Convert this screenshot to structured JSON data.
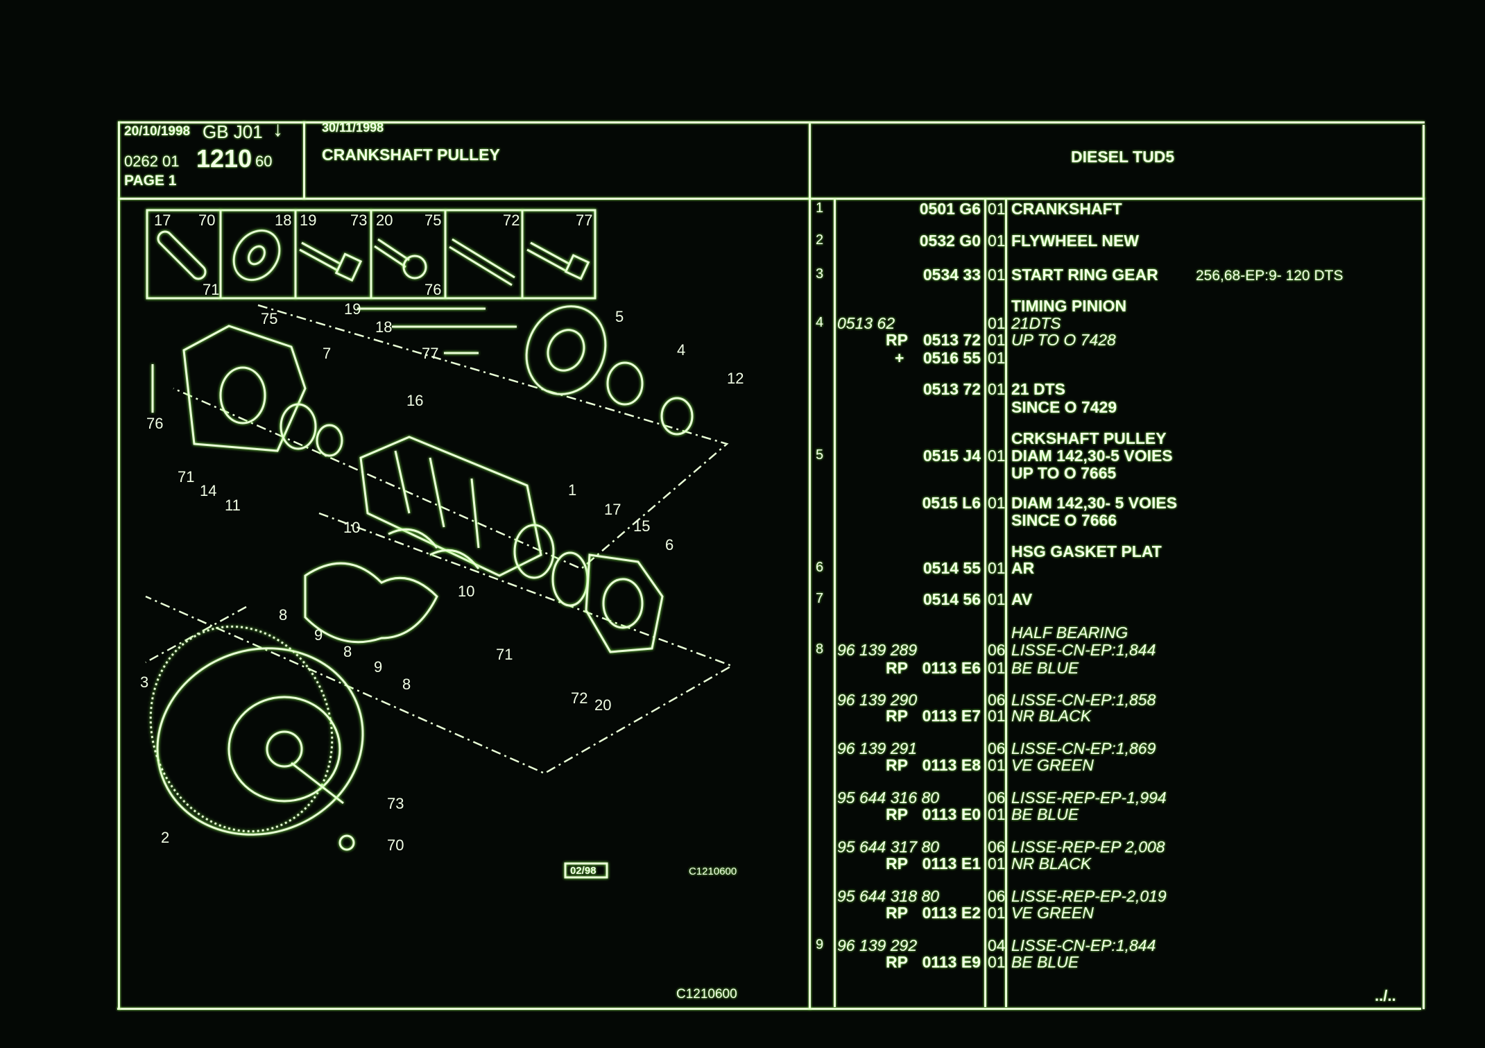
{
  "header": {
    "date_left": "20/10/1998",
    "lang_code": "GB J01",
    "arrow_icon": "down-arrow",
    "ref_prefix": "0262 01",
    "ref_main": "1210",
    "ref_suffix": "60",
    "page": "PAGE 1",
    "date_right": "30/11/1998",
    "title": "CRANKSHAFT PULLEY",
    "engine": "DIESEL TUD5"
  },
  "thumbnails": [
    {
      "labels": [
        "17",
        "70",
        "71"
      ]
    },
    {
      "labels": [
        "18"
      ]
    },
    {
      "labels": [
        "19",
        "73"
      ]
    },
    {
      "labels": [
        "20",
        "75",
        "76"
      ]
    },
    {
      "labels": [
        "72"
      ]
    },
    {
      "labels": [
        "77"
      ]
    }
  ],
  "callouts": [
    "19",
    "18",
    "77",
    "5",
    "4",
    "12",
    "75",
    "7",
    "76",
    "16",
    "71",
    "14",
    "11",
    "1",
    "17",
    "15",
    "6",
    "10",
    "10",
    "8",
    "9",
    "8",
    "9",
    "8",
    "71",
    "3",
    "72",
    "20",
    "73",
    "70",
    "2"
  ],
  "diagram_footer": {
    "date_box": "02/98",
    "ref_small": "C1210600",
    "ref_bottom": "C1210600"
  },
  "parts": [
    {
      "num": "1",
      "alt": "",
      "prefix": "",
      "pn": "0501 G6",
      "qty": "01",
      "desc": "CRANKSHAFT",
      "italic": false
    },
    {
      "num": "2",
      "alt": "",
      "prefix": "",
      "pn": "0532 G0",
      "qty": "01",
      "desc": "FLYWHEEL NEW",
      "italic": false
    },
    {
      "num": "3",
      "alt": "",
      "prefix": "",
      "pn": "0534 33",
      "qty": "01",
      "desc": "START RING GEAR",
      "extra": "256,68-EP:9- 120 DTS",
      "italic": false
    },
    {
      "num": "",
      "alt": "",
      "prefix": "",
      "pn": "",
      "qty": "",
      "desc": "TIMING PINION",
      "italic": false
    },
    {
      "num": "4",
      "alt": "0513 62",
      "prefix": "",
      "pn": "",
      "qty": "01",
      "desc": "21DTS",
      "italic": true
    },
    {
      "num": "",
      "alt": "",
      "prefix": "RP",
      "pn": "0513 72",
      "qty": "01",
      "desc": "UP TO O 7428",
      "italic": true
    },
    {
      "num": "",
      "alt": "",
      "prefix": "+",
      "pn": "0516 55",
      "qty": "01",
      "desc": "",
      "italic": false
    },
    {
      "num": "",
      "alt": "",
      "prefix": "",
      "pn": "0513 72",
      "qty": "01",
      "desc": "21 DTS",
      "italic": false
    },
    {
      "num": "",
      "alt": "",
      "prefix": "",
      "pn": "",
      "qty": "",
      "desc": "SINCE O 7429",
      "italic": false
    },
    {
      "num": "",
      "alt": "",
      "prefix": "",
      "pn": "",
      "qty": "",
      "desc": "CRKSHAFT PULLEY",
      "italic": false
    },
    {
      "num": "5",
      "alt": "",
      "prefix": "",
      "pn": "0515 J4",
      "qty": "01",
      "desc": "DIAM 142,30-5 VOIES",
      "italic": false
    },
    {
      "num": "",
      "alt": "",
      "prefix": "",
      "pn": "",
      "qty": "",
      "desc": "UP TO O 7665",
      "italic": false
    },
    {
      "num": "",
      "alt": "",
      "prefix": "",
      "pn": "0515 L6",
      "qty": "01",
      "desc": "DIAM 142,30- 5 VOIES",
      "italic": false
    },
    {
      "num": "",
      "alt": "",
      "prefix": "",
      "pn": "",
      "qty": "",
      "desc": "SINCE O 7666",
      "italic": false
    },
    {
      "num": "",
      "alt": "",
      "prefix": "",
      "pn": "",
      "qty": "",
      "desc": "HSG GASKET PLAT",
      "italic": false
    },
    {
      "num": "6",
      "alt": "",
      "prefix": "",
      "pn": "0514 55",
      "qty": "01",
      "desc": "AR",
      "italic": false
    },
    {
      "num": "7",
      "alt": "",
      "prefix": "",
      "pn": "0514 56",
      "qty": "01",
      "desc": "AV",
      "italic": false
    },
    {
      "num": "",
      "alt": "",
      "prefix": "",
      "pn": "",
      "qty": "",
      "desc": "HALF BEARING",
      "italic": true
    },
    {
      "num": "8",
      "alt": "96 139 289",
      "prefix": "",
      "pn": "",
      "qty": "06",
      "desc": "LISSE-CN-EP:1,844",
      "italic": true
    },
    {
      "num": "",
      "alt": "",
      "prefix": "RP",
      "pn": "0113 E6",
      "qty": "01",
      "desc": "BE BLUE",
      "italic": true
    },
    {
      "num": "",
      "alt": "96 139 290",
      "prefix": "",
      "pn": "",
      "qty": "06",
      "desc": "LISSE-CN-EP:1,858",
      "italic": true
    },
    {
      "num": "",
      "alt": "",
      "prefix": "RP",
      "pn": "0113 E7",
      "qty": "01",
      "desc": "NR BLACK",
      "italic": true
    },
    {
      "num": "",
      "alt": "96 139 291",
      "prefix": "",
      "pn": "",
      "qty": "06",
      "desc": "LISSE-CN-EP:1,869",
      "italic": true
    },
    {
      "num": "",
      "alt": "",
      "prefix": "RP",
      "pn": "0113 E8",
      "qty": "01",
      "desc": "VE GREEN",
      "italic": true
    },
    {
      "num": "",
      "alt": "95 644 316 80",
      "prefix": "",
      "pn": "",
      "qty": "06",
      "desc": "LISSE-REP-EP-1,994",
      "italic": true
    },
    {
      "num": "",
      "alt": "",
      "prefix": "RP",
      "pn": "0113 E0",
      "qty": "01",
      "desc": "BE BLUE",
      "italic": true
    },
    {
      "num": "",
      "alt": "95 644 317 80",
      "prefix": "",
      "pn": "",
      "qty": "06",
      "desc": "LISSE-REP-EP 2,008",
      "italic": true
    },
    {
      "num": "",
      "alt": "",
      "prefix": "RP",
      "pn": "0113 E1",
      "qty": "01",
      "desc": "NR BLACK",
      "italic": true
    },
    {
      "num": "",
      "alt": "95 644 318 80",
      "prefix": "",
      "pn": "",
      "qty": "06",
      "desc": "LISSE-REP-EP-2,019",
      "italic": true
    },
    {
      "num": "",
      "alt": "",
      "prefix": "RP",
      "pn": "0113 E2",
      "qty": "01",
      "desc": "VE GREEN",
      "italic": true
    },
    {
      "num": "9",
      "alt": "96 139 292",
      "prefix": "",
      "pn": "",
      "qty": "04",
      "desc": "LISSE-CN-EP:1,844",
      "italic": true
    },
    {
      "num": "",
      "alt": "",
      "prefix": "RP",
      "pn": "0113 E9",
      "qty": "01",
      "desc": "BE BLUE",
      "italic": true
    }
  ],
  "continuation": "../..",
  "colors": {
    "background": "#040805",
    "line": "#eaffd8",
    "glow": "#8cff50"
  }
}
